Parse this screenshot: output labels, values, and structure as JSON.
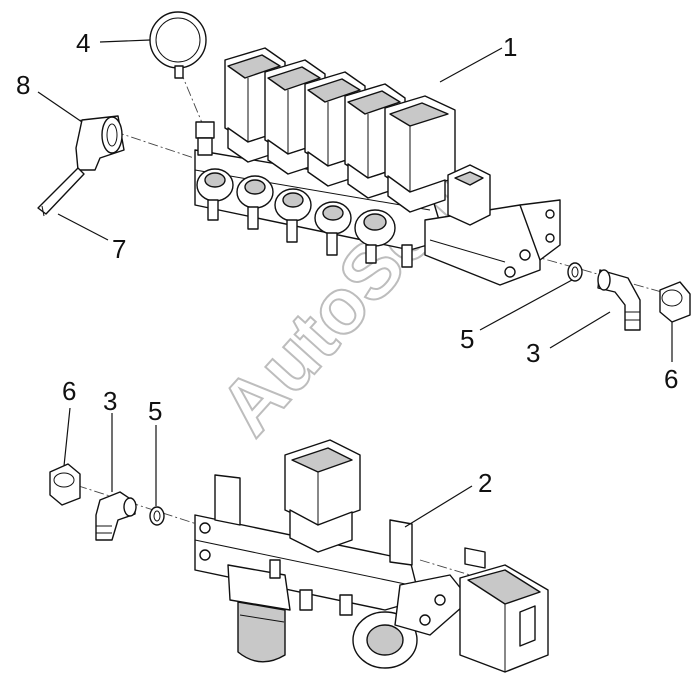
{
  "diagram": {
    "callouts": {
      "c1": "1",
      "c2": "2",
      "c3a": "3",
      "c3b": "3",
      "c4": "4",
      "c5a": "5",
      "c5b": "5",
      "c6a": "6",
      "c6b": "6",
      "c7": "7",
      "c8": "8"
    },
    "watermark": "AutoSoft"
  }
}
